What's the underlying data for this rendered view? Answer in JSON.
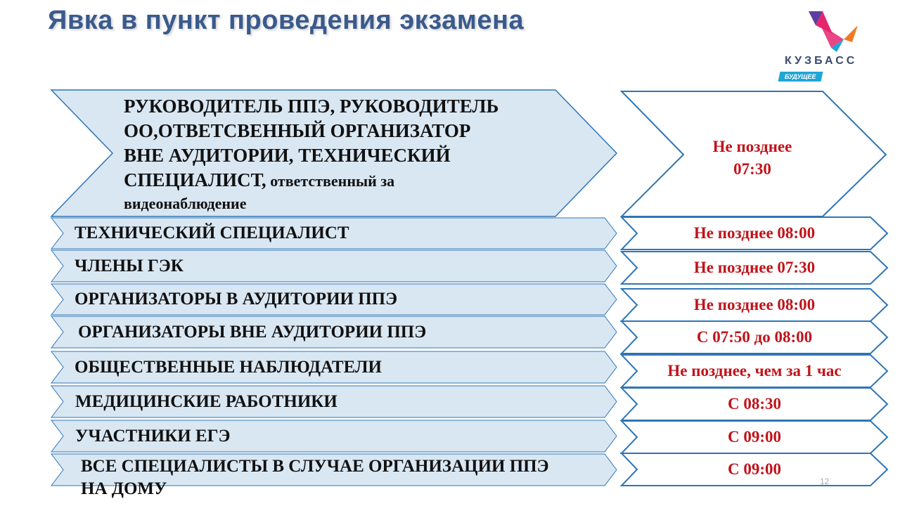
{
  "title": "Явка в пункт проведения экзамена",
  "logo": {
    "name": "КУЗБАСС",
    "badge": "БУДУЩЕЕ",
    "colors": [
      "#5b3fa0",
      "#e6246e",
      "#1ea6d6",
      "#f07a22"
    ]
  },
  "accent_colors": {
    "title": "#3a5a8c",
    "time": "#c0131a",
    "fill": "#d9e7f3",
    "border": "#2e75b6"
  },
  "first_row": {
    "line1": "РУКОВОДИТЕЛЬ ППЭ, РУКОВОДИТЕЛЬ",
    "line2": "ОО,ОТВЕТСВЕННЫЙ ОРГАНИЗАТОР",
    "line3": "ВНЕ АУДИТОРИИ, ТЕХНИЧЕСКИЙ",
    "line4_bold": "СПЕЦИАЛИСТ,",
    "line4_small": " ответственный за",
    "line5_small": "видеонаблюдение",
    "time_line1": "Не позднее",
    "time_line2": "07:30"
  },
  "rows": [
    {
      "role": "ТЕХНИЧЕСКИЙ СПЕЦИАЛИСТ",
      "time": "Не позднее 08:00"
    },
    {
      "role": "ЧЛЕНЫ ГЭК",
      "time": "Не позднее 07:30"
    },
    {
      "role": "ОРГАНИЗАТОРЫ В АУДИТОРИИ ППЭ",
      "time": "Не позднее 08:00"
    },
    {
      "role": "ОРГАНИЗАТОРЫ ВНЕ АУДИТОРИИ ППЭ",
      "time": "С 07:50 до 08:00"
    },
    {
      "role": "ОБЩЕСТВЕННЫЕ НАБЛЮДАТЕЛИ",
      "time": "Не позднее, чем за 1 час"
    },
    {
      "role": "МЕДИЦИНСКИЕ РАБОТНИКИ",
      "time": "С 08:30"
    },
    {
      "role": "УЧАСТНИКИ ЕГЭ",
      "time": "С 09:00"
    },
    {
      "role": "ВСЕ СПЕЦИАЛИСТЫ В СЛУЧАЕ ОРГАНИЗАЦИИ ППЭ",
      "role_line2": "НА ДОМУ",
      "time": "С 09:00"
    }
  ],
  "page_number": "12"
}
